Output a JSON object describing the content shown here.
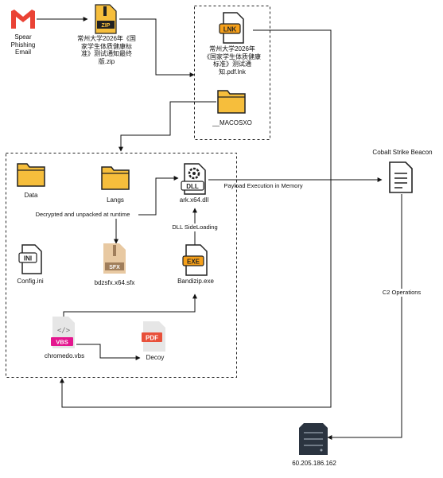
{
  "nodes": {
    "email": {
      "label": "Spear\nPhishing\nEmail",
      "icon": "gmail-icon"
    },
    "zip": {
      "label": "常州大学2026年《国\n家学生体质健康标\n准》测试通知最终\n版.zip",
      "badge": "ZIP",
      "icon": "zip-archive-icon"
    },
    "lnk": {
      "label": "常州大学2026年\n《国家学生体质健康\n标准》测试通\n知.pdf.lnk",
      "badge": "LNK",
      "icon": "shortcut-file-icon"
    },
    "macosx": {
      "label": "__MACOSXO",
      "icon": "folder-icon"
    },
    "data": {
      "label": "Data",
      "icon": "folder-icon"
    },
    "langs": {
      "label": "Langs",
      "icon": "folder-icon"
    },
    "dll": {
      "label": "ark.x64.dll",
      "badge": "DLL",
      "icon": "dll-gear-icon"
    },
    "ini": {
      "label": "Config.ini",
      "badge": "INI",
      "icon": "ini-file-icon"
    },
    "sfx": {
      "label": "bdzsfx.x64.sfx",
      "badge": "SFX",
      "icon": "sfx-archive-icon"
    },
    "exe": {
      "label": "Bandizip.exe",
      "badge": "EXE",
      "icon": "exe-file-icon"
    },
    "vbs": {
      "label": "chromedo.vbs",
      "badge": "VBS",
      "icon": "vbs-script-icon"
    },
    "decoy": {
      "label": "Decoy",
      "badge": "PDF",
      "icon": "pdf-file-icon"
    },
    "beacon": {
      "label": "Cobalt Strike Beacon",
      "icon": "document-icon"
    },
    "server": {
      "label": "60.205.186.162",
      "icon": "server-icon"
    }
  },
  "edges": {
    "decrypt": "Decrypted and unpacked at runtime",
    "sideload": "DLL SideLoading",
    "payload": "Payload Execution in Memory",
    "c2": "C2 Operations"
  },
  "colors": {
    "gmail_red": "#ea4335",
    "folder": "#f6be3c",
    "dark": "#222222",
    "badge_orange": "#f6a01a",
    "vbs_magenta": "#e4178f",
    "pdf_red": "#e8503a",
    "sfx_tan": "#e8c9a2"
  }
}
